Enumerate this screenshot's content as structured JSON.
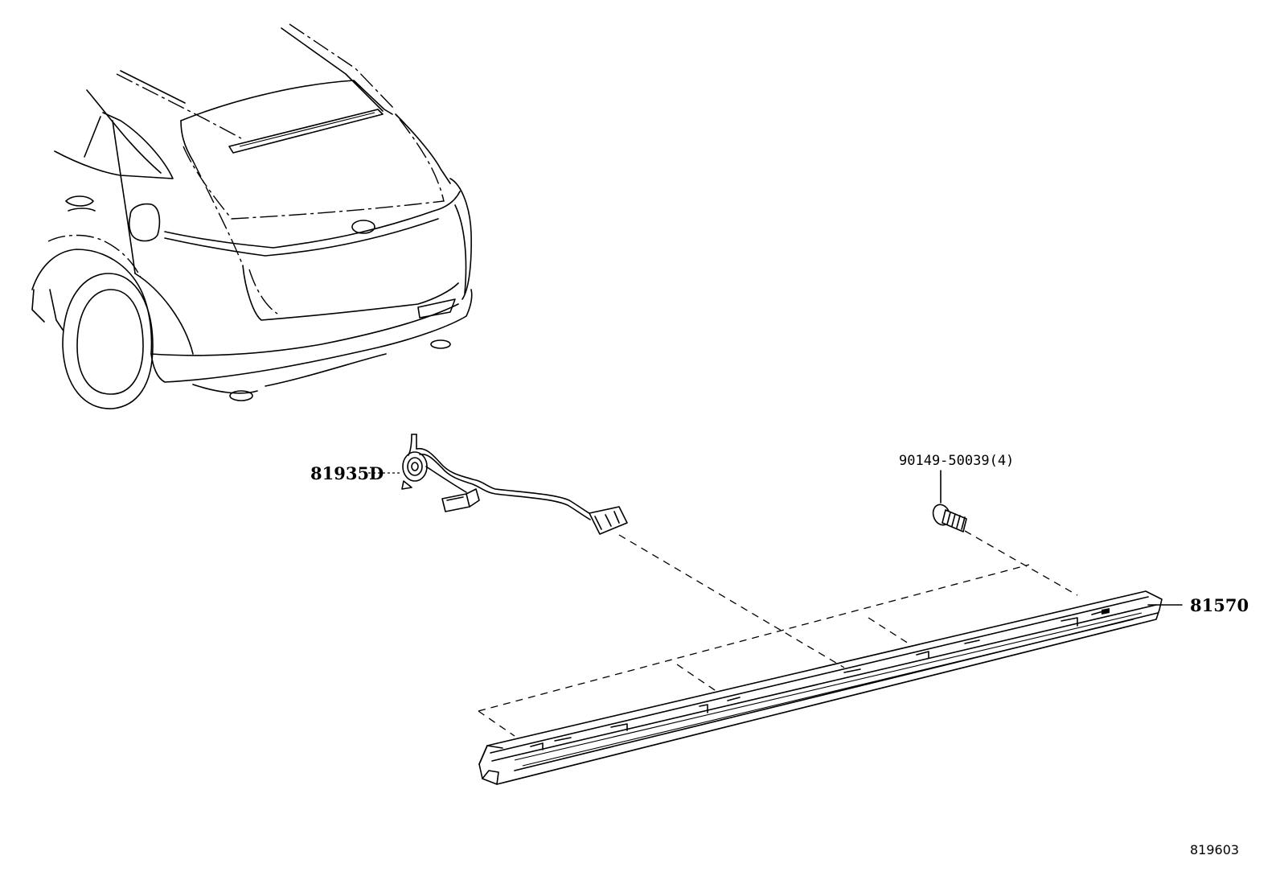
{
  "diagram": {
    "callouts": {
      "wire": {
        "part_no": "81935D"
      },
      "bolt": {
        "part_no": "90149-50039(4)"
      },
      "lamp": {
        "part_no": "81570"
      }
    },
    "figure_code": "819603"
  }
}
